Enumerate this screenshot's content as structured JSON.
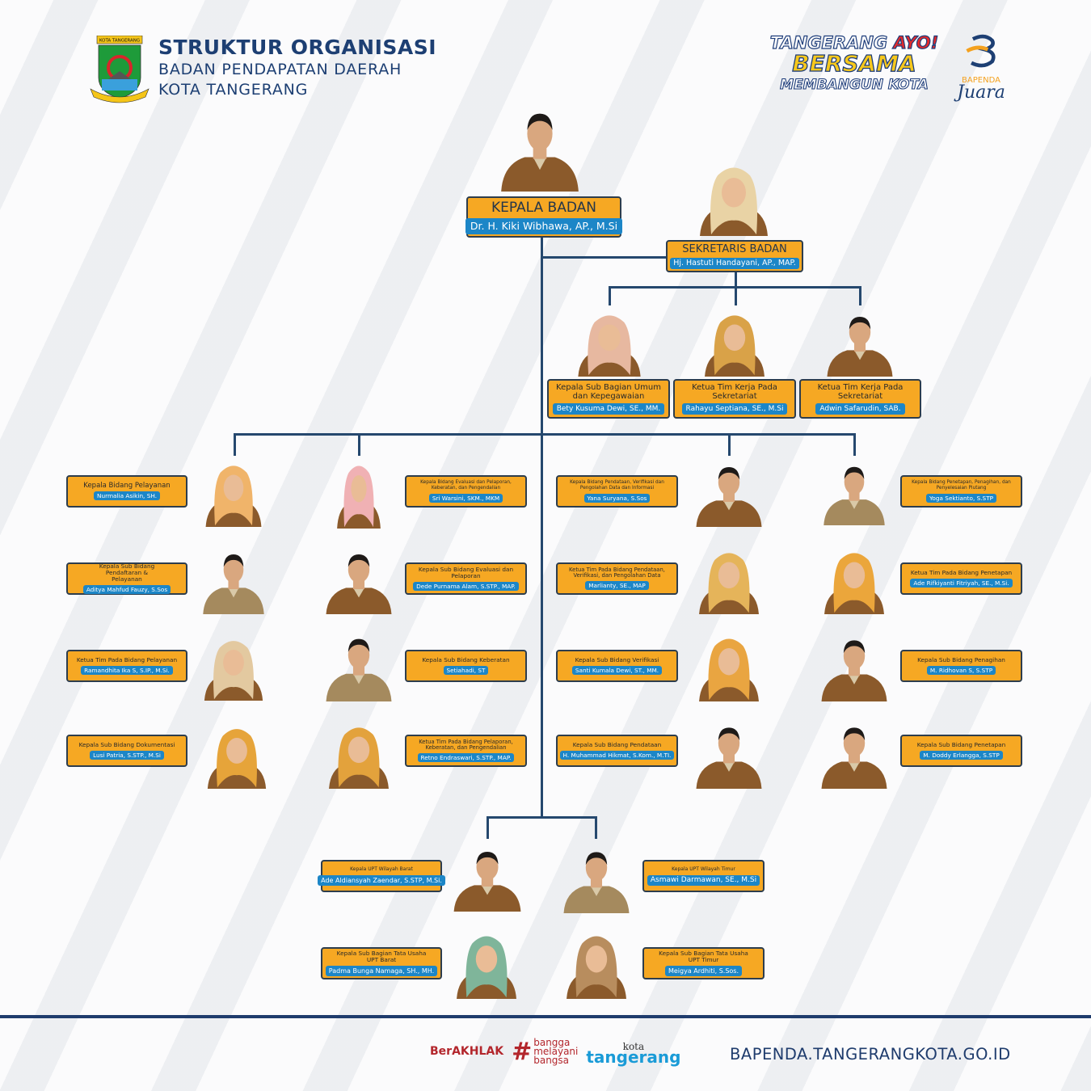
{
  "header": {
    "title": "STRUKTUR ORGANISASI",
    "subtitle1": "BADAN PENDAPATAN DAERAH",
    "subtitle2": "KOTA TANGERANG",
    "emblem_text": "KOTA TANGERANG"
  },
  "slogan": {
    "line1": "TANGERANG",
    "line1_accent": "AYO!",
    "line2": "BERSAMA",
    "line3": "MEMBANGUN KOTA"
  },
  "brand": {
    "line1": "BAPENDA",
    "line2": "Juara"
  },
  "colors": {
    "card": "#f6a823",
    "name_pill": "#1c86c7",
    "connector": "#25486e",
    "title": "#1d3f73"
  },
  "head": {
    "role": "KEPALA BADAN",
    "name": "Dr. H. Kiki Wibhawa, AP., M.Si"
  },
  "secretary": {
    "role": "SEKRETARIS BADAN",
    "name": "Hj. Hastuti Handayani, AP., MAP."
  },
  "secretariat": [
    {
      "role": "Kepala Sub Bagian Umum dan Kepegawaian",
      "name": "Bety Kusuma Dewi, SE., MM."
    },
    {
      "role": "Ketua Tim Kerja Pada Sekretariat",
      "name": "Rahayu Septiana, SE., M.Si"
    },
    {
      "role": "Ketua Tim Kerja Pada Sekretariat",
      "name": "Adwin Safarudin, SAB."
    }
  ],
  "divisions": [
    {
      "staff": [
        {
          "role": "Kepala Bidang Pelayanan",
          "name": "Nurmalia Asikin, SH."
        },
        {
          "role": "Kepala Sub Bidang Pendaftaran & Pelayanan",
          "name": "Aditya Mahfud Fauzy, S.Sos"
        },
        {
          "role": "Ketua Tim Pada Bidang Pelayanan",
          "name": "Ramandhita Ika S, S.IP., M.Si."
        },
        {
          "role": "Kepala Sub Bidang Dokumentasi",
          "name": "Lusi Patria, S.STP., M.Si"
        }
      ]
    },
    {
      "staff": [
        {
          "role": "Kepala Bidang Evaluasi dan Pelaporan, Keberatan, dan Pengendalian",
          "name": "Sri Warsini, SKM., MKM"
        },
        {
          "role": "Kepala Sub Bidang Evaluasi dan Pelaporan",
          "name": "Dede Purnama Alam, S.STP., MAP."
        },
        {
          "role": "Kepala Sub Bidang Keberatan",
          "name": "Setiahadi, ST"
        },
        {
          "role": "Ketua Tim Pada Bidang Pelaporan, Keberatan, dan Pengendalian",
          "name": "Retno Endraswari, S.STP., MAP."
        }
      ]
    },
    {
      "staff": [
        {
          "role": "Kepala Bidang Pendataan, Verifikasi dan Pengolahan Data dan Informasi",
          "name": "Yana Suryana, S.Sos"
        },
        {
          "role": "Ketua Tim Pada Bidang Pendataan, Verifikasi, dan Pengolahan Data",
          "name": "Marlianty, SE., MAP"
        },
        {
          "role": "Kepala Sub Bidang Verifikasi",
          "name": "Santi Kumala Dewi, ST., MM."
        },
        {
          "role": "Kepala Sub Bidang Pendataan",
          "name": "H. Muhammad Hikmat, S.Kom., M.TI."
        }
      ]
    },
    {
      "staff": [
        {
          "role": "Kepala Bidang Penetapan, Penagihan, dan Penyelesaian Piutang",
          "name": "Yoga Sektianto, S.STP"
        },
        {
          "role": "Ketua Tim Pada Bidang Penetapan",
          "name": "Ade Rifkiyanti Fitriyah, SE., M.Si."
        },
        {
          "role": "Kepala Sub Bidang Penagihan",
          "name": "M. Ridhovan S, S.STP"
        },
        {
          "role": "Kepala Sub Bidang Penetapan",
          "name": "M. Doddy Erlangga, S.STP"
        }
      ]
    }
  ],
  "upt": [
    {
      "head": {
        "role": "Kepala UPT Wilayah Barat",
        "name": "Ade Aldiansyah Zaendar, S.STP, M.Si."
      },
      "sub": {
        "role": "Kepala Sub Bagian Tata Usaha UPT Barat",
        "name": "Padma Bunga Namaga, SH., MH."
      }
    },
    {
      "head": {
        "role": "Kepala UPT Wilayah Timur",
        "name": "Asmawi Darmawan, SE., M.Si"
      },
      "sub": {
        "role": "Kepala Sub Bagian Tata Usaha UPT Timur",
        "name": "Meigya Ardhiti, S.Sos."
      }
    }
  ],
  "footer": {
    "logo1": "BerAKHLAK",
    "logo2_hash": "#",
    "logo2": [
      "bangga",
      "melayani",
      "bangsa"
    ],
    "logo3_top": "kota",
    "logo3": "tangerang",
    "url": "BAPENDA.TANGERANGKOTA.GO.ID"
  }
}
